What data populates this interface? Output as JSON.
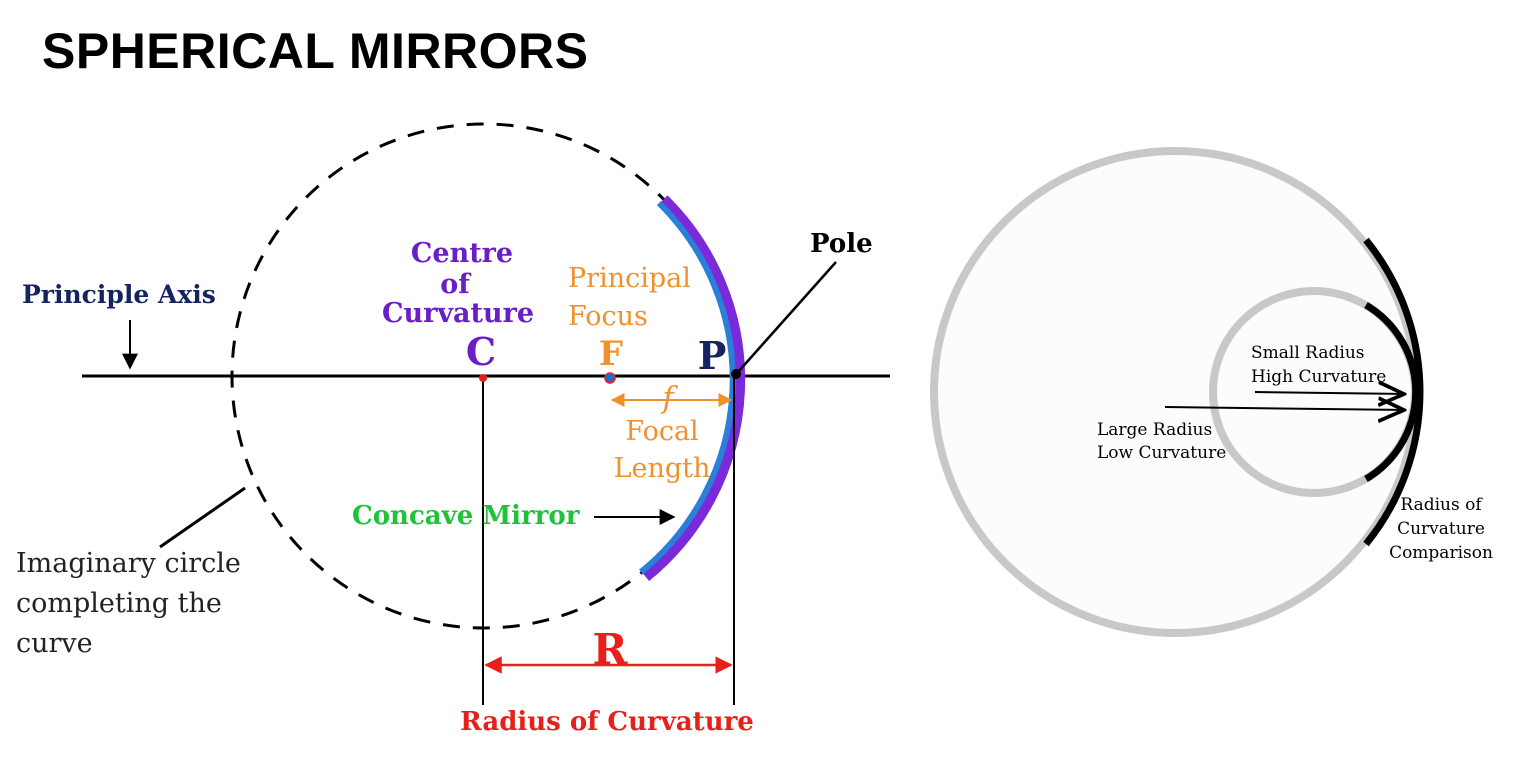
{
  "title": "SPHERICAL MIRRORS",
  "mirror_diagram": {
    "principle_axis": "Principle Axis",
    "centre_of_curvature": [
      "Centre",
      "of",
      "Curvature"
    ],
    "centre_letter": "C",
    "principal_focus": [
      "Principal",
      "Focus"
    ],
    "focus_letter": "F",
    "pole_letter": "P",
    "pole": "Pole",
    "focal_symbol": "f",
    "focal_length": [
      "Focal",
      "Length"
    ],
    "concave_mirror": "Concave Mirror",
    "imaginary_circle": [
      "Imaginary circle",
      "completing the",
      "curve"
    ],
    "radius_letter": "R",
    "radius_of_curvature": "Radius of Curvature"
  },
  "curvature_comparison": {
    "small_radius": [
      "Small Radius",
      "High Curvature"
    ],
    "large_radius": [
      "Large Radius",
      "Low Curvature"
    ],
    "caption": [
      "Radius of",
      "Curvature",
      "Comparison"
    ]
  },
  "colors": {
    "navy": "#14245e",
    "purple": "#6a1ec8",
    "orange": "#f0922c",
    "green": "#1fc23a",
    "red": "#e8201c",
    "mirror_blue": "#2a7fd8",
    "mirror_purple": "#7a2ad8",
    "grey_circle": "#c8c8c8"
  }
}
